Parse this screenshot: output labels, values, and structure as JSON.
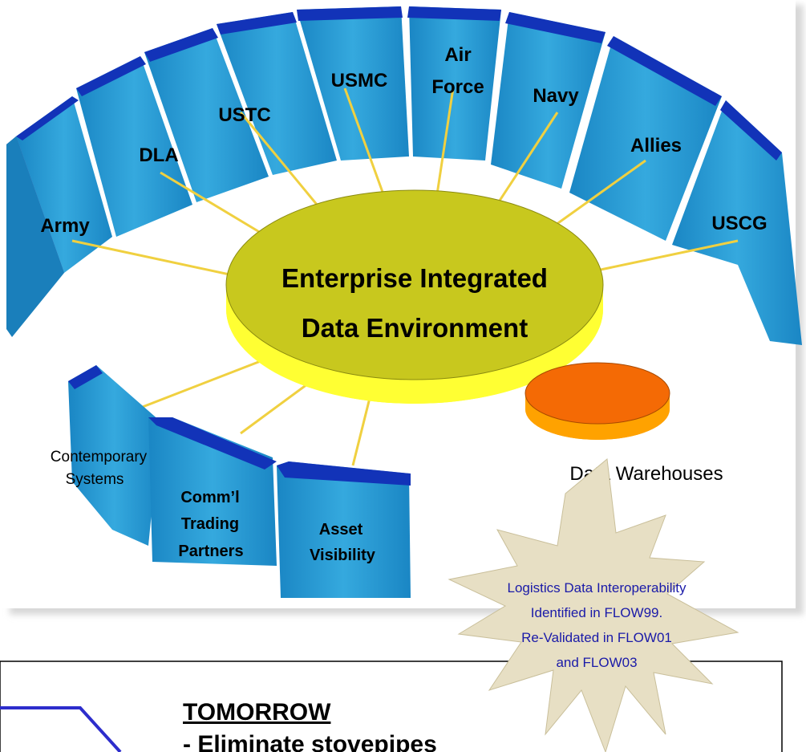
{
  "ring_segments": [
    {
      "label": "Army"
    },
    {
      "label": "DLA"
    },
    {
      "label": "USTC"
    },
    {
      "label": "USMC"
    },
    {
      "label": "Air Force",
      "lines": [
        "Air",
        "Force"
      ]
    },
    {
      "label": "Navy"
    },
    {
      "label": "Allies"
    },
    {
      "label": "USCG"
    }
  ],
  "center": {
    "line1": "Enterprise Integrated",
    "line2": "Data Environment"
  },
  "lower_segments": [
    {
      "label": "Contemporary Systems",
      "lines": [
        "Contemporary",
        "Systems"
      ]
    },
    {
      "label": "Comm’l Trading Partners",
      "lines": [
        "Comm’l",
        "Trading",
        "Partners"
      ]
    },
    {
      "label": "Asset Visibility",
      "lines": [
        "Asset",
        "Visibility"
      ]
    }
  ],
  "warehouse_label": "Data Warehouses",
  "burst": {
    "lines": [
      "Logistics Data Interoperability",
      "Identified in FLOW99.",
      "Re-Validated in FLOW01",
      "and FLOW03"
    ]
  },
  "bottom": {
    "heading": "TOMORROW",
    "bullet": "- Eliminate stovepipes"
  },
  "colors": {
    "segment_face": "#2c9fd6",
    "segment_top": "#1233b8",
    "center_disk": "#c8c81e",
    "center_rim": "#ffff33",
    "warehouse_top": "#f46a05",
    "warehouse_rim": "#ffa200",
    "burst_fill": "#e7dfc4",
    "connector": "#f0d040",
    "burst_text": "#1a1aa8"
  }
}
